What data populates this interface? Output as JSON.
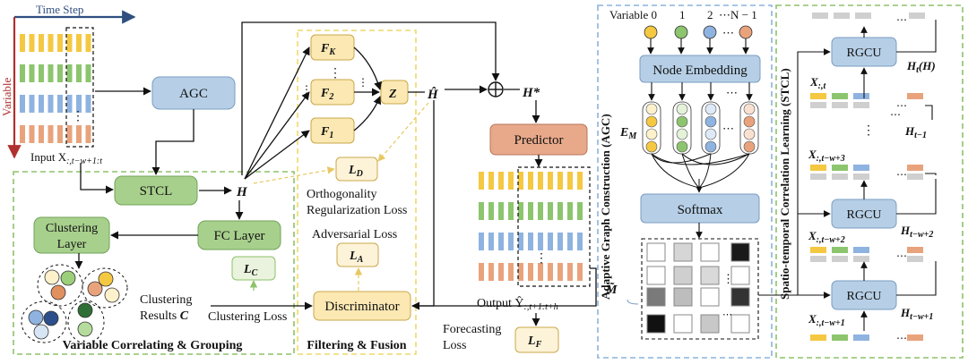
{
  "colors": {
    "yellow_seq": "#f5c842",
    "green_seq": "#8cc56e",
    "blue_seq": "#8fb3e0",
    "orange_seq": "#e9a37c",
    "agc_box": "#b6cfe6",
    "green_box": "#a8d08d",
    "yellow_box": "#fbe8b3",
    "predictor_box": "#e8a98a",
    "loss_box": "#fdf3d9",
    "green_dash": "#8dc26a",
    "yellow_dash": "#eed86a",
    "blue_dash": "#8ab4dc",
    "time_axis": "#2f4f7f",
    "variable_axis": "#b03030"
  },
  "left": {
    "time_step": "Time Step",
    "variable": "Variable",
    "input_label": "Input X",
    "input_sub": ":,t−w+1:t",
    "agc": "AGC",
    "stcl": "STCL",
    "h": "H",
    "fc_layer": "FC Layer",
    "clustering_layer_line1": "Clustering",
    "clustering_layer_line2": "Layer",
    "lc_main": "L",
    "lc_sub": "C",
    "clustering_results_line1": "Clustering",
    "clustering_results_line2": "Results",
    "clustering_results_var": "C",
    "clustering_loss": "Clustering Loss",
    "section_title": "Variable Correlating & Grouping",
    "dots": "⋮"
  },
  "middle": {
    "fk_main": "F",
    "fk_sub": "K",
    "f2_main": "F",
    "f2_sub": "2",
    "f1_main": "F",
    "f1_sub": "1",
    "vdots": "⋮",
    "hdots": "⋯",
    "z": "Z",
    "ld_main": "L",
    "ld_sub": "D",
    "ortho_line1": "Orthogonality",
    "ortho_line2": "Regularization Loss",
    "adv_loss": "Adversarial Loss",
    "la_main": "L",
    "la_sub": "A",
    "discriminator": "Discriminator",
    "section_title": "Filtering & Fusion",
    "h_hat": "Ĥ",
    "oplus": "⊕",
    "h_star": "H*"
  },
  "output": {
    "predictor": "Predictor",
    "output_label": "Output Ŷ",
    "output_sub": ":,t+1:t+h",
    "forecasting_line1": "Forecasting",
    "forecasting_line2": "Loss",
    "lf_main": "L",
    "lf_sub": "F",
    "dots": "⋮"
  },
  "agc_panel": {
    "variable_label": "Variable 0",
    "var_1": "1",
    "var_2": "2",
    "var_n": "⋯N − 1",
    "dots_top": "⋯",
    "node_embedding": "Node Embedding",
    "em_main": "E",
    "em_sub": "M",
    "dots_mid": "⋯",
    "softmax": "Softmax",
    "m_tilde": "M̃",
    "dots_matrix": "⋮",
    "dots_matrix_h": "⋯",
    "side_title": "Adaptive Graph Construction (AGC)"
  },
  "stcl_panel": {
    "side_title": "Spatio-temporal Correlation Learning (STCL)",
    "rgcu": "RGCU",
    "ht_label": "H",
    "ht_sub": "t",
    "ht_paren": "(H)",
    "ht1_sub": "t−1",
    "htw2_sub": "t−w+2",
    "htw1_sub": "t−w+1",
    "x_main": "X",
    "xt_sub": ":,t",
    "xtw3_sub": ":,t−w+3",
    "xtw2_sub": ":,t−w+2",
    "xtw1_sub": ":,t−w+1",
    "vdots": "⋮",
    "hdots": "⋯"
  }
}
